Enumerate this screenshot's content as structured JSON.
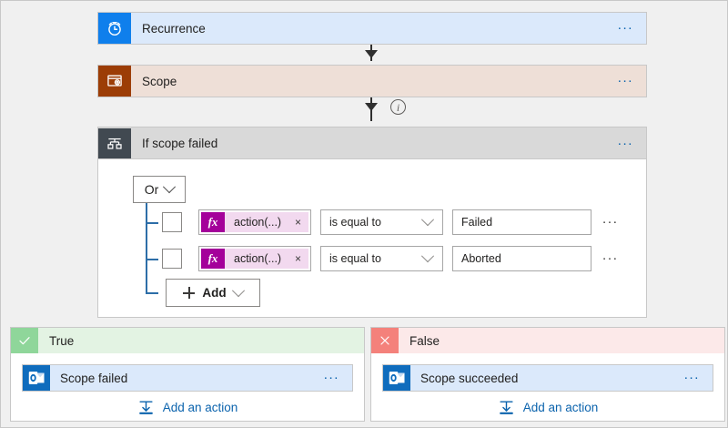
{
  "workflow": {
    "trigger": {
      "title": "Recurrence",
      "icon": "alarm-clock-icon",
      "icon_bg": "#0f7fec",
      "card_bg": "#dbe9fb",
      "menu_label": "..."
    },
    "scope": {
      "title": "Scope",
      "icon": "scope-icon",
      "icon_bg": "#9c3d06",
      "card_bg": "#eedfd7",
      "menu_label": "..."
    },
    "connector_info_glyph": "i",
    "condition": {
      "title": "If scope failed",
      "icon": "condition-icon",
      "icon_bg": "#414951",
      "card_bg": "#d9d9d9",
      "menu_label": "...",
      "logical_operator": "Or",
      "rows": [
        {
          "token_fx": "fx",
          "token_text": "action(...)",
          "token_remove": "×",
          "operator": "is equal to",
          "value": "Failed",
          "menu_label": "..."
        },
        {
          "token_fx": "fx",
          "token_text": "action(...)",
          "token_remove": "×",
          "operator": "is equal to",
          "value": "Aborted",
          "menu_label": "..."
        }
      ],
      "add_label": "Add"
    },
    "branches": [
      {
        "id": "true",
        "label": "True",
        "head_icon": "checkmark-icon",
        "head_icon_bg": "#8fd69a",
        "head_bg": "#e3f3e3",
        "action": {
          "title": "Scope failed",
          "icon": "outlook-icon",
          "menu_label": "..."
        },
        "add_action_label": "Add an action",
        "add_action_icon": "insert-action-icon"
      },
      {
        "id": "false",
        "label": "False",
        "head_icon": "close-x-icon",
        "head_icon_bg": "#f4817b",
        "head_bg": "#fce9e9",
        "action": {
          "title": "Scope succeeded",
          "icon": "outlook-icon",
          "menu_label": "..."
        },
        "add_action_label": "Add an action",
        "add_action_icon": "insert-action-icon"
      }
    ]
  },
  "colors": {
    "canvas_bg": "#f0f0f0",
    "accent_blue": "#0b63ad",
    "token_magenta": "#a4019a",
    "rail_blue": "#2d6ea8"
  }
}
